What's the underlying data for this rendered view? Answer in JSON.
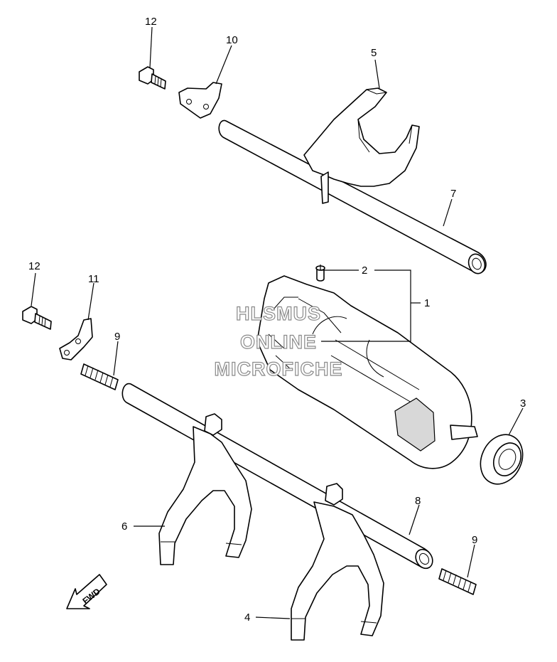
{
  "callouts": {
    "c1": "1",
    "c2": "2",
    "c3": "3",
    "c4": "4",
    "c5": "5",
    "c6": "6",
    "c7": "7",
    "c8": "8",
    "c9a": "9",
    "c9b": "9",
    "c10": "10",
    "c11": "11",
    "c12a": "12",
    "c12b": "12"
  },
  "watermark": {
    "line1": "HLSMUS",
    "line2": "ONLINE",
    "line3": "MICROFICHE"
  },
  "direction_arrow": {
    "label": "FWD"
  }
}
